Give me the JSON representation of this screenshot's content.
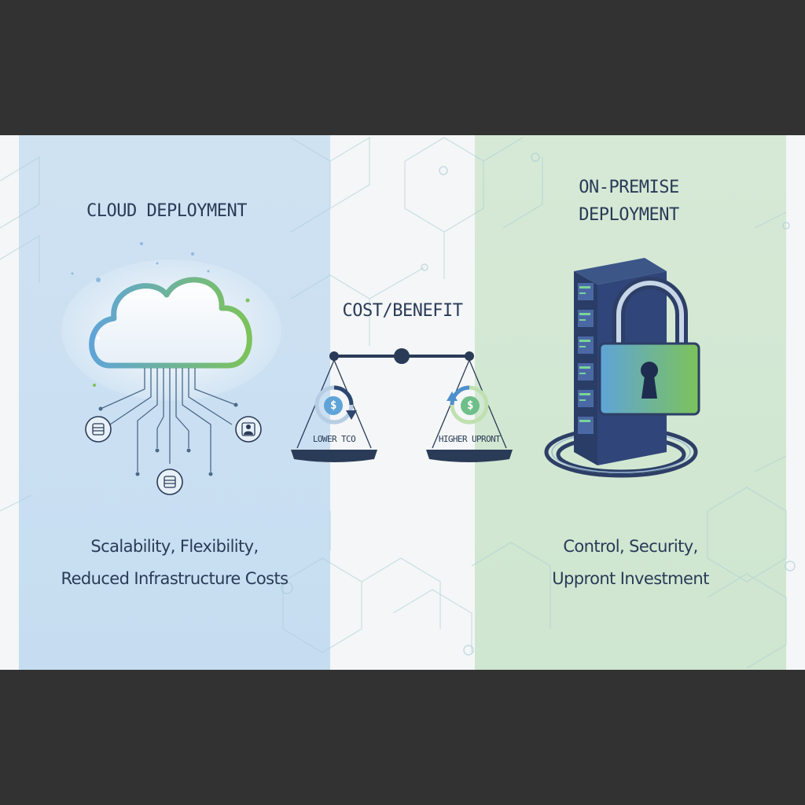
{
  "cloud": {
    "title": "CLOUD DEPLOYMENT",
    "desc_line1": "Scalability, Flexibility,",
    "desc_line2": "Reduced Infrastructure Costs"
  },
  "balance": {
    "title": "COST/BENEFIT",
    "left_pan": "LOWER TCO",
    "right_pan": "HIGHER UPRONT",
    "currency_symbol": "$"
  },
  "onprem": {
    "title_line1": "ON-PREMISE",
    "title_line2": "DEPLOYMENT",
    "desc_line1": "Control, Security,",
    "desc_line2": "Uppront Investment"
  },
  "colors": {
    "cloud_panel": "#c9dff1",
    "onprem_panel": "#d3e8d3",
    "ink": "#2a3b57",
    "accent_blue": "#5fa4d8",
    "accent_green": "#7cc35a",
    "server_navy": "#2d3f66"
  },
  "icons": [
    "cloud-icon",
    "scale-icon",
    "server-icon",
    "padlock-icon",
    "database-icon",
    "user-icon",
    "dollar-icon"
  ]
}
